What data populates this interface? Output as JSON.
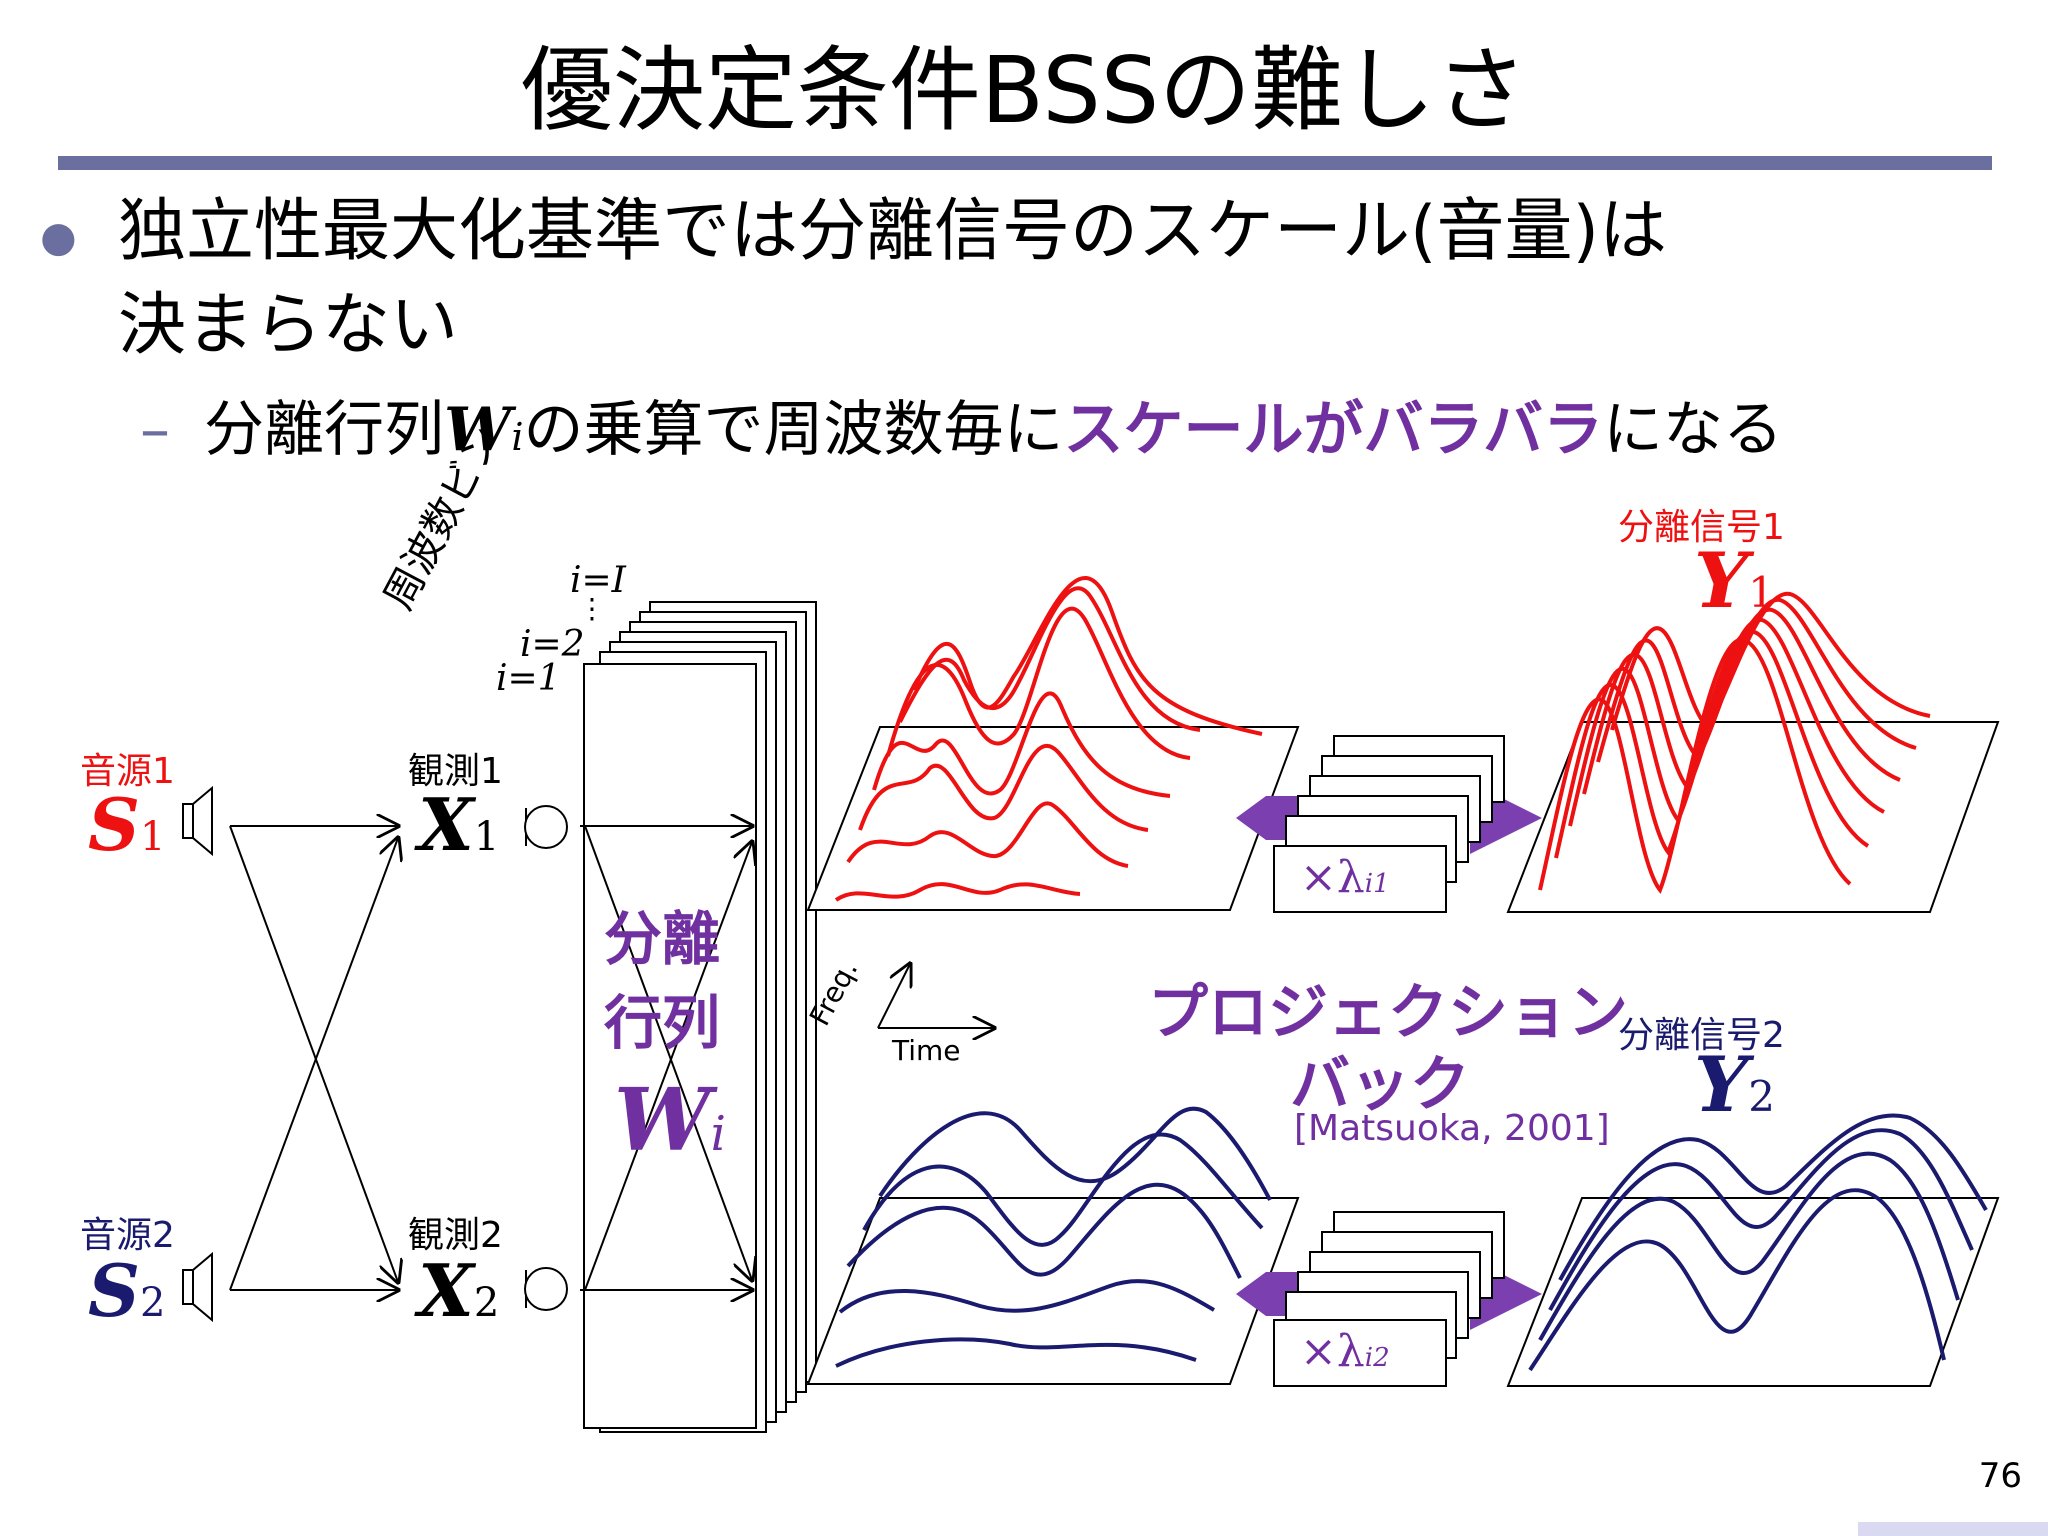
{
  "slide": {
    "title": "優決定条件BSSの難しさ",
    "page_number": "76"
  },
  "bullet": {
    "line1": "独立性最大化基準では分離信号のスケール(音量)は",
    "line2": "決まらない"
  },
  "sub_bullet": {
    "dash": "–",
    "prefix": "分離行列",
    "w": "W",
    "w_sub": "i",
    "middle": "の乗算で周波数毎に",
    "highlight": "スケールがバラバラ",
    "suffix": "になる"
  },
  "sources": {
    "s1_label": "音源1",
    "s1_symbol": "S",
    "s1_sub": "1",
    "s2_label": "音源2",
    "s2_symbol": "S",
    "s2_sub": "2"
  },
  "observations": {
    "x1_label": "観測1",
    "x1_symbol": "X",
    "x1_sub": "1",
    "x2_label": "観測2",
    "x2_symbol": "X",
    "x2_sub": "2"
  },
  "matrix": {
    "freq_label": "周波数ビン",
    "bin_top": "i=I",
    "bin_dots": "⋮",
    "bin_2": "i=2",
    "bin_1": "i=1",
    "label_line1": "分離",
    "label_line2": "行列",
    "symbol": "W",
    "symbol_sub": "i"
  },
  "axes": {
    "freq": "Freq.",
    "time": "Time"
  },
  "outputs": {
    "y1_label": "分離信号1",
    "y1_symbol": "Y",
    "y1_sub": "1",
    "y2_label": "分離信号2",
    "y2_symbol": "Y",
    "y2_sub": "2"
  },
  "projection_back": {
    "line1": "プロジェクション",
    "line2": "バック",
    "citation": "[Matsuoka, 2001]",
    "lambda_top": "×λ",
    "lambda_top_sub": "i1",
    "lambda_bottom": "×λ",
    "lambda_bottom_sub": "i2"
  },
  "colors": {
    "accent_purple": "#7030a0",
    "rule": "#6b6f9f",
    "signal_red": "#ee1111",
    "signal_navy": "#1a1a6e"
  },
  "icons": [
    "speaker-icon",
    "microphone-icon",
    "arrow-right-icon"
  ]
}
